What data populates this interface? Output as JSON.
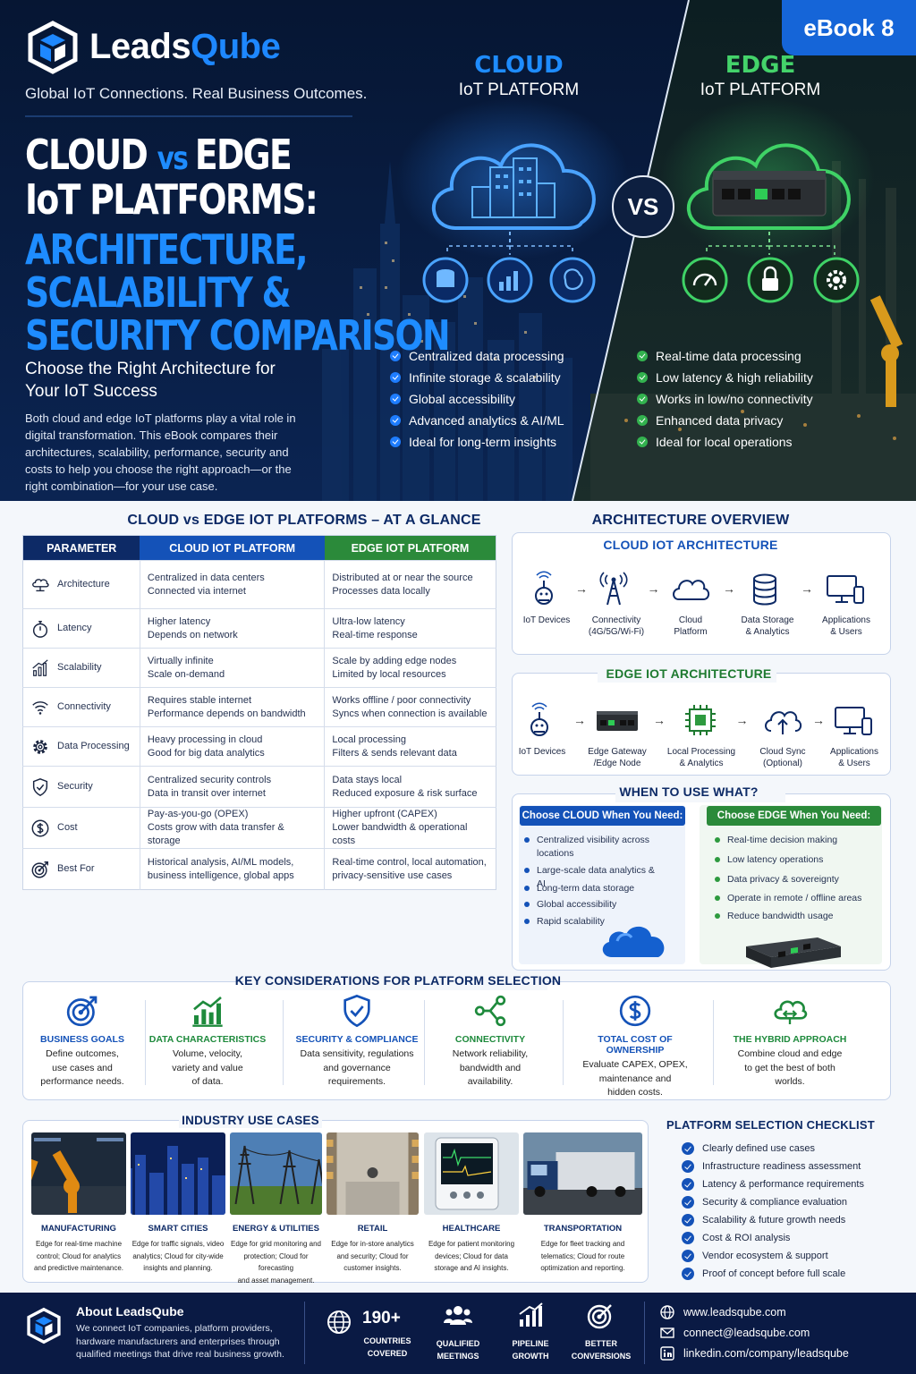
{
  "brand": {
    "name_a": "Leads",
    "name_b": "Qube",
    "tagline": "Global IoT Connections. Real Business Outcomes.",
    "badge": "eBook 8"
  },
  "hero": {
    "title_lines": [
      "CLOUD vs EDGE",
      "IoT PLATFORMS:"
    ],
    "title_vs": "vs",
    "title_blue_lines": [
      "ARCHITECTURE,",
      "SCALABILITY &",
      "SECURITY COMPARISON"
    ],
    "subtitle": "Choose the Right Architecture for Your IoT Success",
    "intro": "Both cloud and edge IoT platforms play a vital role in digital transformation. This eBook compares their architectures, scalability, performance, security and costs to help you choose the right approach—or the right combination—for your use case.",
    "vs": "VS",
    "cloud": {
      "label": "CLOUD",
      "sub": "IoT PLATFORM",
      "features": [
        "Centralized data processing",
        "Infinite storage & scalability",
        "Global accessibility",
        "Advanced analytics & AI/ML",
        "Ideal for long-term insights"
      ]
    },
    "edge": {
      "label": "EDGE",
      "sub": "IoT PLATFORM",
      "features": [
        "Real-time data processing",
        "Low latency & high reliability",
        "Works in low/no connectivity",
        "Enhanced data privacy",
        "Ideal for local operations"
      ]
    }
  },
  "glance": {
    "title": "CLOUD vs EDGE IOT PLATFORMS – AT A GLANCE",
    "headers": [
      "PARAMETER",
      "CLOUD IOT PLATFORM",
      "EDGE IOT PLATFORM"
    ],
    "rows": [
      {
        "param": "Architecture",
        "icon": "cloud-network-icon",
        "cloud": [
          "Centralized in data centers",
          "Connected via internet"
        ],
        "edge": [
          "Distributed at or near the source",
          "Processes data locally"
        ]
      },
      {
        "param": "Latency",
        "icon": "stopwatch-icon",
        "cloud": [
          "Higher latency",
          "Depends on network"
        ],
        "edge": [
          "Ultra-low latency",
          "Real-time response"
        ]
      },
      {
        "param": "Scalability",
        "icon": "bar-chart-icon",
        "cloud": [
          "Virtually infinite",
          "Scale on-demand"
        ],
        "edge": [
          "Scale by adding edge nodes",
          "Limited by local resources"
        ]
      },
      {
        "param": "Connectivity",
        "icon": "wifi-icon",
        "cloud": [
          "Requires stable internet",
          "Performance depends on bandwidth"
        ],
        "edge": [
          "Works offline / poor connectivity",
          "Syncs when connection is available"
        ]
      },
      {
        "param": "Data Processing",
        "icon": "gear-icon",
        "cloud": [
          "Heavy processing in cloud",
          "Good for big data analytics"
        ],
        "edge": [
          "Local processing",
          "Filters & sends relevant data"
        ]
      },
      {
        "param": "Security",
        "icon": "shield-icon",
        "cloud": [
          "Centralized security controls",
          "Data in transit over internet"
        ],
        "edge": [
          "Data stays local",
          "Reduced exposure & risk surface"
        ]
      },
      {
        "param": "Cost",
        "icon": "dollar-icon",
        "cloud": [
          "Pay-as-you-go (OPEX)",
          "Costs grow with data transfer & storage"
        ],
        "edge": [
          "Higher upfront (CAPEX)",
          "Lower bandwidth & operational costs"
        ]
      },
      {
        "param": "Best For",
        "icon": "target-icon",
        "cloud": [
          "Historical analysis, AI/ML models,",
          "business intelligence, global apps"
        ],
        "edge": [
          "Real-time control, local automation,",
          "privacy-sensitive use cases"
        ]
      }
    ]
  },
  "architecture": {
    "title": "ARCHITECTURE OVERVIEW",
    "cloud_title": "CLOUD IOT ARCHITECTURE",
    "cloud_steps": [
      [
        "IoT Devices"
      ],
      [
        "Connectivity",
        "(4G/5G/Wi-Fi)"
      ],
      [
        "Cloud",
        "Platform"
      ],
      [
        "Data Storage",
        "& Analytics"
      ],
      [
        "Applications",
        "& Users"
      ]
    ],
    "edge_title": "EDGE IOT ARCHITECTURE",
    "edge_steps": [
      [
        "IoT Devices"
      ],
      [
        "Edge Gateway",
        "/Edge Node"
      ],
      [
        "Local Processing",
        "& Analytics"
      ],
      [
        "Cloud Sync",
        "(Optional)"
      ],
      [
        "Applications",
        "& Users"
      ]
    ]
  },
  "when": {
    "title": "WHEN TO USE WHAT?",
    "cloud_head": "Choose CLOUD When You Need:",
    "cloud_items": [
      "Centralized visibility across locations",
      "Large-scale data analytics & AI",
      "Long-term data storage",
      "Global accessibility",
      "Rapid scalability"
    ],
    "edge_head": "Choose EDGE When You Need:",
    "edge_items": [
      "Real-time decision making",
      "Low latency operations",
      "Data privacy & sovereignty",
      "Operate in remote / offline areas",
      "Reduce bandwidth usage"
    ]
  },
  "considerations": {
    "title": "KEY CONSIDERATIONS FOR PLATFORM SELECTION",
    "items": [
      {
        "title": "BUSINESS GOALS",
        "desc": [
          "Define outcomes,",
          "use cases and",
          "performance needs."
        ],
        "icon": "target-icon",
        "color": "#1452b8"
      },
      {
        "title": "DATA CHARACTERISTICS",
        "desc": [
          "Volume, velocity,",
          "variety and value",
          "of data."
        ],
        "icon": "growth-chart-icon",
        "color": "#1e8a3c"
      },
      {
        "title": "SECURITY & COMPLIANCE",
        "desc": [
          "Data sensitivity, regulations",
          "and governance",
          "requirements."
        ],
        "icon": "shield-icon",
        "color": "#1452b8"
      },
      {
        "title": "CONNECTIVITY",
        "desc": [
          "Network reliability,",
          "bandwidth and",
          "availability."
        ],
        "icon": "network-icon",
        "color": "#1e8a3c"
      },
      {
        "title": "TOTAL COST OF OWNERSHIP",
        "desc": [
          "Evaluate CAPEX, OPEX,",
          "maintenance and",
          "hidden costs."
        ],
        "icon": "dollar-icon",
        "color": "#1452b8"
      },
      {
        "title": "THE HYBRID APPROACH",
        "desc": [
          "Combine cloud and edge",
          "to get the best of both",
          "worlds."
        ],
        "icon": "hybrid-cloud-icon",
        "color": "#1e8a3c"
      }
    ]
  },
  "use_cases": {
    "title": "INDUSTRY USE CASES",
    "items": [
      {
        "title": "MANUFACTURING",
        "desc": [
          "Edge for real-time machine",
          "control; Cloud for analytics",
          "and predictive maintenance."
        ]
      },
      {
        "title": "SMART CITIES",
        "desc": [
          "Edge for traffic signals, video",
          "analytics; Cloud for city-wide",
          "insights and planning."
        ]
      },
      {
        "title": "ENERGY & UTILITIES",
        "desc": [
          "Edge for grid monitoring and",
          "protection; Cloud for forecasting",
          "and asset management."
        ]
      },
      {
        "title": "RETAIL",
        "desc": [
          "Edge for in-store analytics",
          "and security; Cloud for",
          "customer insights."
        ]
      },
      {
        "title": "HEALTHCARE",
        "desc": [
          "Edge for patient monitoring",
          "devices; Cloud for data",
          "storage and AI insights."
        ]
      },
      {
        "title": "TRANSPORTATION",
        "desc": [
          "Edge for fleet tracking and",
          "telematics; Cloud for route",
          "optimization and reporting."
        ]
      }
    ]
  },
  "checklist": {
    "title": "PLATFORM SELECTION CHECKLIST",
    "items": [
      "Clearly defined use cases",
      "Infrastructure readiness assessment",
      "Latency & performance requirements",
      "Security & compliance evaluation",
      "Scalability & future growth needs",
      "Cost & ROI analysis",
      "Vendor ecosystem & support",
      "Proof of concept before full scale"
    ]
  },
  "footer": {
    "about_title": "About LeadsQube",
    "about_text": [
      "We connect IoT companies, platform providers,",
      "hardware manufacturers and enterprises through",
      "qualified meetings that drive real business growth."
    ],
    "stat_number": "190+",
    "stats": [
      [
        "COUNTRIES",
        "COVERED"
      ],
      [
        "QUALIFIED",
        "MEETINGS"
      ],
      [
        "PIPELINE",
        "GROWTH"
      ],
      [
        "BETTER",
        "CONVERSIONS"
      ]
    ],
    "contacts": [
      "www.leadsqube.com",
      "connect@leadsqube.com",
      "linkedin.com/company/leadsqube"
    ]
  },
  "colors": {
    "cloud": "#1565d8",
    "edge": "#2e9a3f",
    "navy": "#0d2a66"
  }
}
